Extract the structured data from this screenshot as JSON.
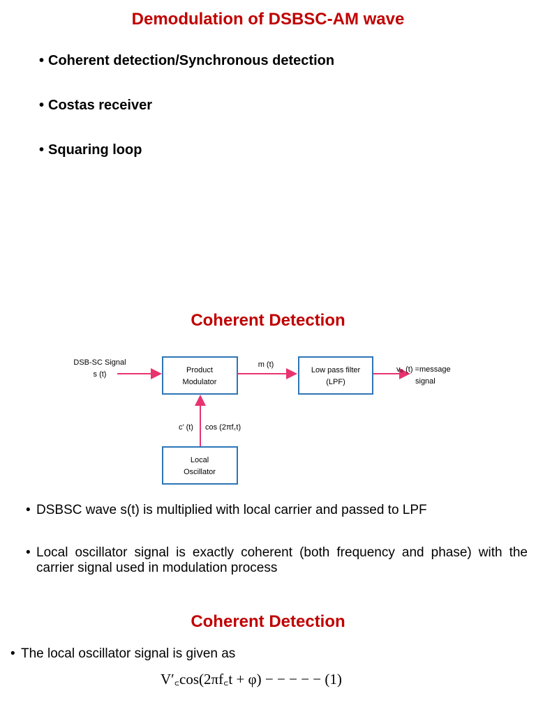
{
  "titles": {
    "main": "Demodulation of DSBSC-AM wave",
    "section1": "Coherent Detection",
    "section2": "Coherent Detection"
  },
  "bullets_top": [
    "Coherent detection/Synchronous detection",
    "Costas receiver",
    "Squaring loop"
  ],
  "diagram": {
    "input_label_1": "DSB-SC Signal",
    "input_label_2": "s (t)",
    "product_modulator_1": "Product",
    "product_modulator_2": "Modulator",
    "mt_label": "m (t)",
    "lpf_1": "Low pass filter",
    "lpf_2": "(LPF)",
    "output_label_1": "v₀ (t) =message",
    "output_label_2": "signal",
    "carrier_left": "c’ (t)",
    "carrier_right": "cos (2πf꜀t)",
    "oscillator_1": "Local",
    "oscillator_2": "Oscillator",
    "arrow_color": "#e8336f",
    "box_color": "#2e75b6"
  },
  "bullets_mid": [
    "DSBSC wave s(t) is multiplied with local carrier and passed to LPF",
    "Local oscillator signal is exactly coherent (both frequency and phase) with the carrier signal used in modulation process"
  ],
  "bullet_bottom": "The local oscillator signal is given as",
  "equation": "V′꜀cos(2πf꜀t + φ) − − − − − (1)"
}
